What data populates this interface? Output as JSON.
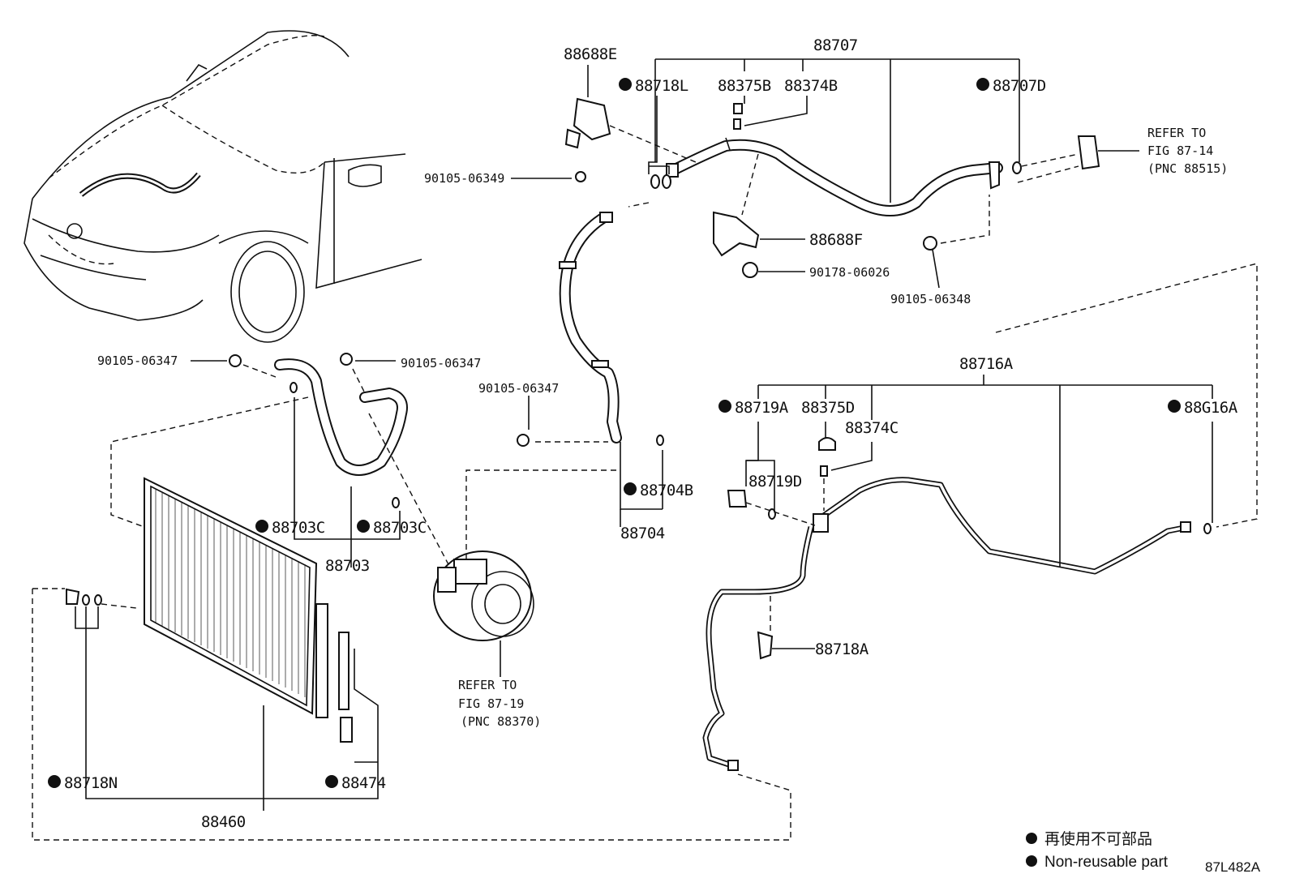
{
  "diagram_code": "87L482A",
  "labels": {
    "p88707": "88707",
    "p88688E": "88688E",
    "p88718L": "88718L",
    "p88375B": "88375B",
    "p88374B": "88374B",
    "p88707D": "88707D",
    "refer1_l1": "REFER TO",
    "refer1_l2": "FIG 87-14",
    "refer1_l3": "(PNC 88515)",
    "p90105_06349": "90105-06349",
    "p88688F": "88688F",
    "p90178_06026": "90178-06026",
    "p90105_06348": "90105-06348",
    "p90105_06347_a": "90105-06347",
    "p90105_06347_b": "90105-06347",
    "p90105_06347_c": "90105-06347",
    "p88716A": "88716A",
    "p88719A": "88719A",
    "p88375D": "88375D",
    "p88374C": "88374C",
    "p88G16A": "88G16A",
    "p88719D": "88719D",
    "p88704B": "88704B",
    "p88704": "88704",
    "p88703C_a": "88703C",
    "p88703C_b": "88703C",
    "p88703": "88703",
    "p88718A": "88718A",
    "refer2_l1": "REFER TO",
    "refer2_l2": "FIG 87-19",
    "refer2_l3": "(PNC 88370)",
    "p88718N": "88718N",
    "p88474": "88474",
    "p88460": "88460"
  },
  "legend": {
    "item1": "再使用不可部品",
    "item2": "Non-reusable part"
  }
}
